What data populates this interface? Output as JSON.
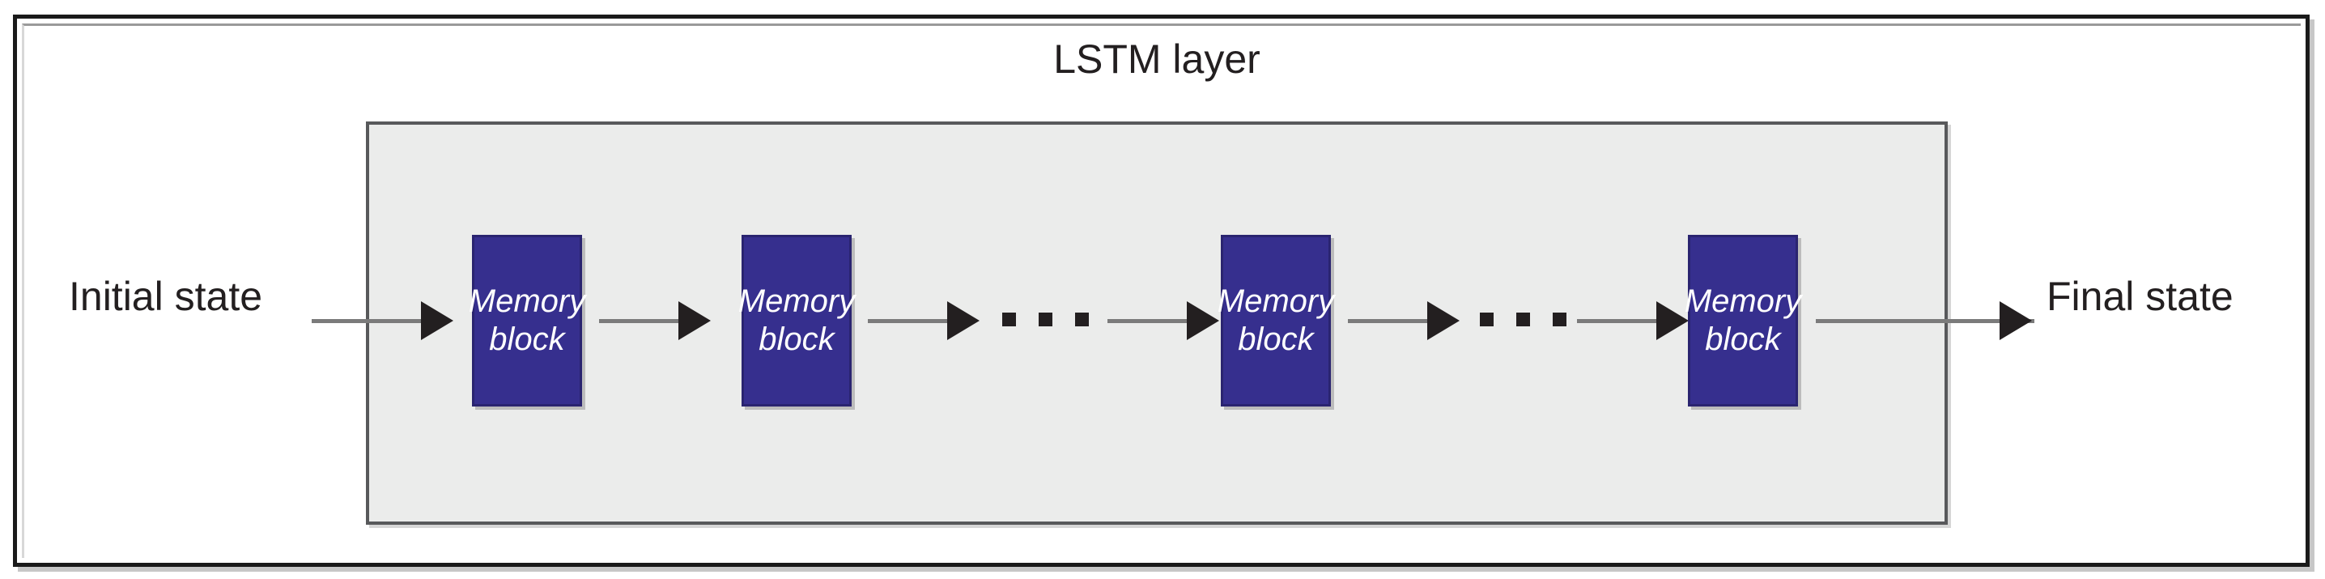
{
  "figure": {
    "title": "LSTM layer",
    "background_color": "#ffffff",
    "frame_border_color": "#1a1a1a"
  },
  "layer_panel": {
    "label": "LSTM layer",
    "fill_color": "#ebeceb",
    "border_color": "#58595b"
  },
  "blocks": [
    {
      "line1": "Memory",
      "line2": "block"
    },
    {
      "line1": "Memory",
      "line2": "block"
    },
    {
      "line1": "Memory",
      "line2": "block"
    },
    {
      "line1": "Memory",
      "line2": "block"
    }
  ],
  "block_style": {
    "fill_color": "#362f8e",
    "text_color": "#ffffff"
  },
  "endpoints": {
    "input_label": "Initial state",
    "output_label": "Final state"
  },
  "ellipses": [
    {
      "name": "ellipsis-1",
      "glyph": "···"
    },
    {
      "name": "ellipsis-2",
      "glyph": "···"
    }
  ],
  "arrows": {
    "line_color": "#7b7b7b",
    "head_color": "#231f20",
    "count": 7
  }
}
